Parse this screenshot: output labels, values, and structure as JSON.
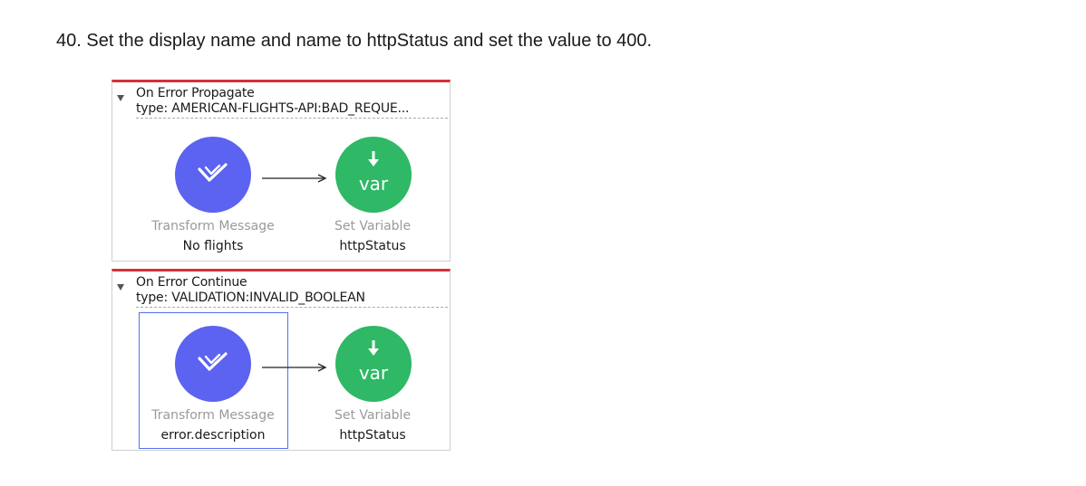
{
  "instruction": "40. Set the display name and name to httpStatus and set the value to 400.",
  "scopes": [
    {
      "title": "On Error Propagate",
      "type_line": "type: AMERICAN-FLIGHTS-API:BAD_REQUE...",
      "transform": {
        "kind": "Transform Message",
        "name": "No flights"
      },
      "variable": {
        "icon_text": "var",
        "kind": "Set Variable",
        "name": "httpStatus"
      }
    },
    {
      "title": "On Error Continue",
      "type_line": "type: VALIDATION:INVALID_BOOLEAN",
      "transform": {
        "kind": "Transform Message",
        "name": "error.description"
      },
      "variable": {
        "icon_text": "var",
        "kind": "Set Variable",
        "name": "httpStatus"
      }
    }
  ],
  "colors": {
    "scope_border_top": "#d0323a",
    "transform": "#5b63f0",
    "variable": "#2fb865",
    "selection": "#5a6ff0"
  },
  "icons": [
    "dataweave-check-icon",
    "down-arrow-icon",
    "flow-arrow-icon",
    "collapse-triangle-icon"
  ]
}
